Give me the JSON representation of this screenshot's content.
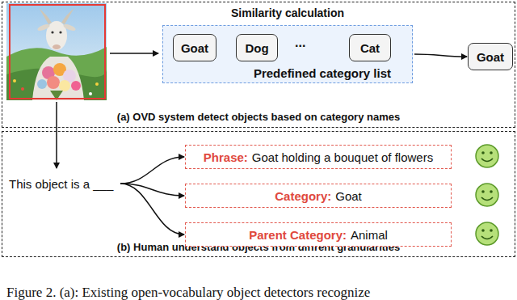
{
  "diagram": {
    "caption": "Figure 2. (a): Existing open-vocabulary object detectors recognize",
    "nodes": [
      {
        "text": [
          "(a)  OVD system detect objects based on category names"
        ]
      },
      {
        "text": [
          "Similarity calculation",
          "Predefined category list"
        ],
        "in": 0
      },
      {
        "text": [
          "Goat"
        ],
        "in": 1
      },
      {
        "text": [
          "Dog"
        ],
        "in": 1
      },
      {
        "text": [
          "Cat"
        ],
        "in": 1
      },
      {
        "text": [
          "Goat"
        ],
        "in": 0
      },
      {
        "text": [
          "(b) Human understand objects from diffrent granularities"
        ]
      },
      {
        "text": [
          "This object is a ___"
        ],
        "in": 6
      },
      {
        "text": [
          "Phrase:",
          "Goat holding a bouquet of flowers"
        ],
        "in": 6
      },
      {
        "text": [
          "Category:",
          "Goat"
        ],
        "in": 6
      },
      {
        "text": [
          "Parent Category:",
          "Animal"
        ],
        "in": 6
      }
    ],
    "edges": [
      {
        "from": 1,
        "to": 5,
        "arrow": "to"
      },
      {
        "from": 7,
        "to": 8,
        "arrow": "to"
      },
      {
        "from": 7,
        "to": 9,
        "arrow": "to"
      },
      {
        "from": 7,
        "to": 10,
        "arrow": "to"
      }
    ],
    "labels": [
      "..."
    ]
  }
}
